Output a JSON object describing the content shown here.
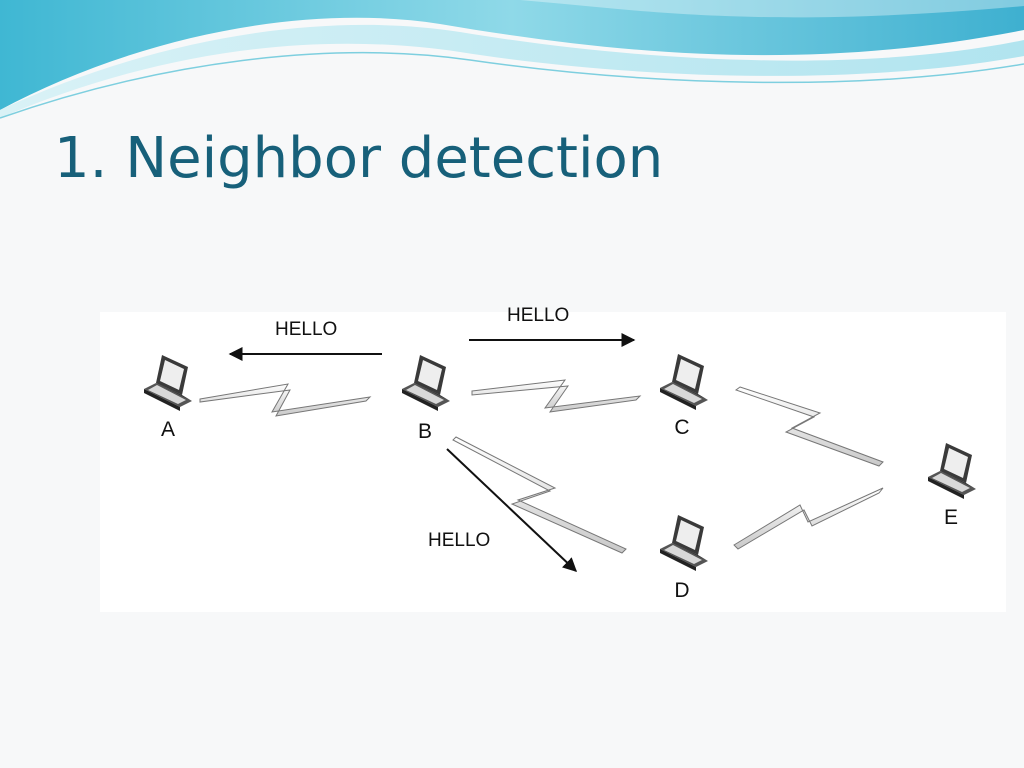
{
  "slide": {
    "title": "1. Neighbor detection"
  },
  "diagram": {
    "nodes": [
      {
        "id": "A",
        "label": "A"
      },
      {
        "id": "B",
        "label": "B"
      },
      {
        "id": "C",
        "label": "C"
      },
      {
        "id": "D",
        "label": "D"
      },
      {
        "id": "E",
        "label": "E"
      }
    ],
    "links": [
      {
        "from": "A",
        "to": "B"
      },
      {
        "from": "B",
        "to": "C"
      },
      {
        "from": "B",
        "to": "D"
      },
      {
        "from": "C",
        "to": "E"
      },
      {
        "from": "D",
        "to": "E"
      }
    ],
    "messages": [
      {
        "label": "HELLO",
        "from": "B",
        "to": "A"
      },
      {
        "label": "HELLO",
        "from": "B",
        "to": "C"
      },
      {
        "label": "HELLO",
        "from": "B",
        "to": "D"
      }
    ]
  },
  "colors": {
    "title": "#17607a",
    "banner_light": "#bfe9f1",
    "banner_mid": "#5fc4d8",
    "banner_dark": "#2a9fc0",
    "laptop_body": "#3a3a3a",
    "laptop_screen": "#eaeaea"
  }
}
